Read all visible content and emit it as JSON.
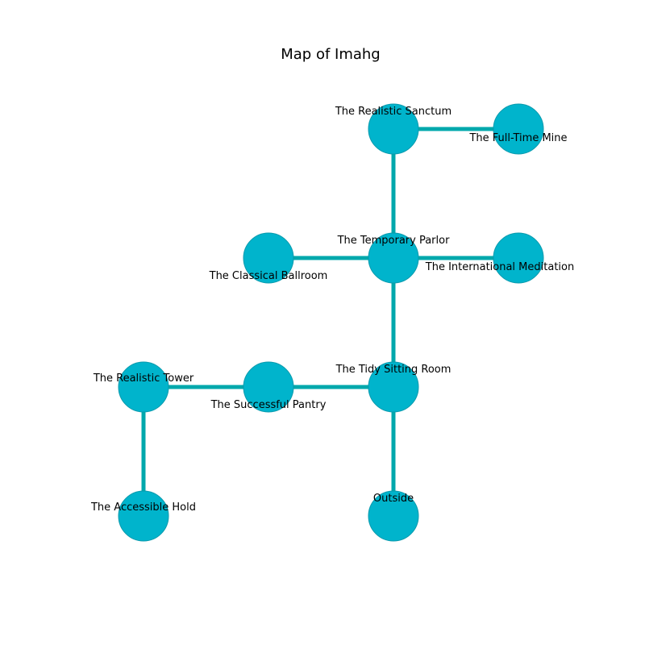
{
  "title": "Map of Imahg",
  "colors": {
    "node_fill": "#00b4cc",
    "node_stroke": "#0a9aad",
    "edge": "#00a8ac"
  },
  "nodes": [
    {
      "id": "realistic-sanctum",
      "label": "The Realistic Sanctum"
    },
    {
      "id": "full-time-mine",
      "label": "The Full-Time Mine"
    },
    {
      "id": "temporary-parlor",
      "label": "The Temporary Parlor"
    },
    {
      "id": "classical-ballroom",
      "label": "The Classical Ballroom"
    },
    {
      "id": "international-meditation",
      "label": "The International Meditation"
    },
    {
      "id": "tidy-sitting-room",
      "label": "The Tidy Sitting Room"
    },
    {
      "id": "successful-pantry",
      "label": "The Successful Pantry"
    },
    {
      "id": "realistic-tower",
      "label": "The Realistic Tower"
    },
    {
      "id": "accessible-hold",
      "label": "The Accessible Hold"
    },
    {
      "id": "outside",
      "label": "Outside"
    }
  ],
  "edges": [
    [
      "realistic-sanctum",
      "full-time-mine"
    ],
    [
      "realistic-sanctum",
      "temporary-parlor"
    ],
    [
      "temporary-parlor",
      "classical-ballroom"
    ],
    [
      "temporary-parlor",
      "international-meditation"
    ],
    [
      "temporary-parlor",
      "tidy-sitting-room"
    ],
    [
      "tidy-sitting-room",
      "successful-pantry"
    ],
    [
      "successful-pantry",
      "realistic-tower"
    ],
    [
      "realistic-tower",
      "accessible-hold"
    ],
    [
      "tidy-sitting-room",
      "outside"
    ]
  ]
}
